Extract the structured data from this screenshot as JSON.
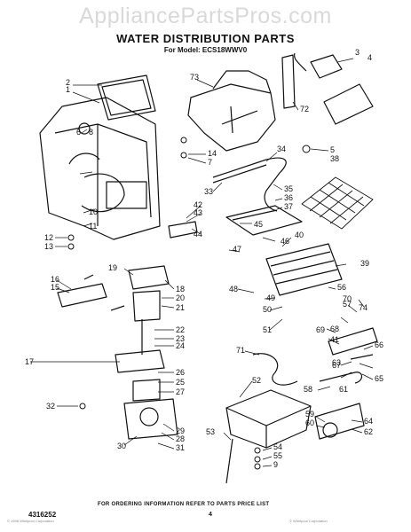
{
  "watermark": "AppliancePartsPros.com",
  "title": "WATER DISTRIBUTION PARTS",
  "model": "For Model: ECS18WWV0",
  "footer": {
    "doc_number": "4316252",
    "note": "FOR ORDERING INFORMATION REFER TO PARTS PRICE LIST",
    "page": "4",
    "copyright": "© Whirlpool Corporation",
    "corner_mark": "© 1998 Whirlpool Corporation"
  },
  "callouts": [
    "1",
    "2",
    "3",
    "4",
    "5",
    "6",
    "7",
    "8",
    "9",
    "10",
    "11",
    "12",
    "13",
    "14",
    "15",
    "16",
    "17",
    "18",
    "19",
    "20",
    "21",
    "22",
    "23",
    "24",
    "25",
    "26",
    "27",
    "28",
    "29",
    "30",
    "31",
    "32",
    "33",
    "34",
    "35",
    "36",
    "37",
    "38",
    "39",
    "40",
    "41",
    "42",
    "43",
    "44",
    "45",
    "46",
    "47",
    "48",
    "49",
    "50",
    "51",
    "52",
    "53",
    "54",
    "55",
    "56",
    "57",
    "58",
    "59",
    "60",
    "61",
    "62",
    "63",
    "64",
    "65",
    "66",
    "67",
    "68",
    "69",
    "70",
    "71",
    "72",
    "73",
    "74"
  ]
}
